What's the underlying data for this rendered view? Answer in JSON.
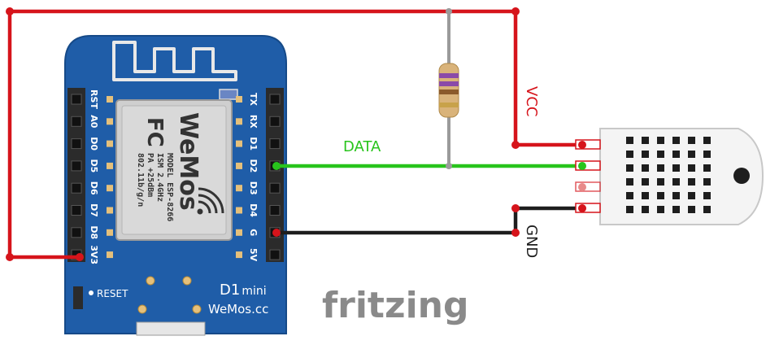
{
  "board": {
    "left_pins": [
      "RST",
      "A0",
      "D0",
      "D5",
      "D6",
      "D7",
      "D8",
      "3V3"
    ],
    "right_pins": [
      "TX",
      "RX",
      "D1",
      "D2",
      "D3",
      "D4",
      "G",
      "5V"
    ],
    "reset_label": "RESET",
    "model_name": "D1",
    "model_suffix": "mini",
    "brand_url": "WeMos.cc",
    "module": {
      "fcc": "FC",
      "brand": "WeMos",
      "model_line": "MODEL ESP-8266",
      "ism_line": "ISM 2.4GHz",
      "pa_line": "PA +25dBm",
      "wifi_line": "802.11b/g/n"
    }
  },
  "wires": {
    "data_label": "DATA",
    "vcc_label": "VCC",
    "gnd_label": "GND",
    "colors": {
      "vcc": "#d6141b",
      "data": "#28c41c",
      "gnd": "#1e1e1e"
    }
  },
  "watermark": "fritzing",
  "colors": {
    "board_blue": "#1f5da8",
    "board_edge": "#164a88",
    "pin_header": "#2b2b2b",
    "sensor_body": "#f4f4f4",
    "resistor_body": "#d9b37a"
  }
}
